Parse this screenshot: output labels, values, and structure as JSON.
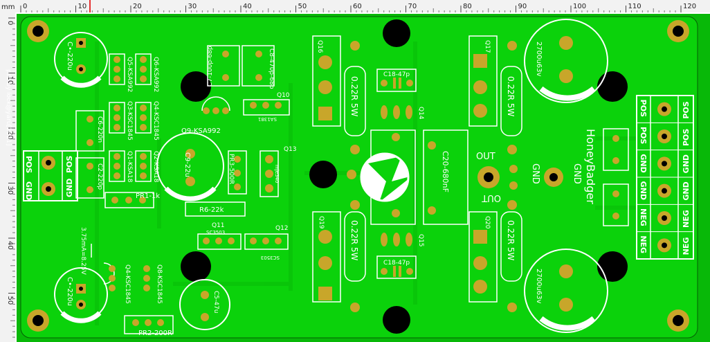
{
  "ruler": {
    "unit": "mm",
    "top_ticks": [
      "0",
      "10",
      "20",
      "30",
      "40",
      "50",
      "60",
      "70",
      "80",
      "90",
      "100",
      "110",
      "120"
    ],
    "left_ticks": [
      "0",
      "10",
      "20",
      "30",
      "40",
      "50"
    ]
  },
  "colors": {
    "board": "#0bd20b",
    "board_dark": "#08b808",
    "copper": "#c8a62a",
    "hole": "#000000",
    "silkscreen": "#ffffff",
    "ruler_bg": "#f2f2f2",
    "ruler_marker": "#e53030"
  },
  "labels": {
    "credit": "pcb by lock@yaru[2021]",
    "honeybadger": "HoneyBadger",
    "out_top": "OUT",
    "out_bottom": "OUT",
    "gnd_right_a": "GND",
    "gnd_right_b": "GND",
    "c_tl": "C•-220u",
    "c_bl": "C•-220u",
    "q5": "Q5-KSA992",
    "q6": "Q6-KSA992",
    "q3": "Q3-KSC1845",
    "q4": "Q4-KSC1845",
    "q1": "Q1-KSA18",
    "q2": "Q2-KSA18",
    "c6": "C6-220n",
    "c2": "C2-220p",
    "pr1": "PR1-1k",
    "c9": "C9-22u",
    "q9": "Q9-KSA992",
    "c7": "C7-100p-68p",
    "c8": "C8-470p-68p",
    "q10": "Q10",
    "sa1381": "SA1381",
    "pr3": "PR3-500R",
    "q13": "Q13",
    "mje340": "mje340",
    "r6": "R6-22k",
    "q11": "Q11",
    "sc3503_a": "SC3503",
    "q12": "Q12",
    "sc3503_b": "SC3503",
    "bias": "3.75mA=8.25V",
    "q7": "Q4-KSC1845",
    "q8": "Q8-KSC1845",
    "c5": "C5-47u",
    "pr2": "PR2-200R",
    "q16": "Q16",
    "q17": "Q17",
    "q19": "Q19",
    "q20": "Q20",
    "r_top_l": "0.22R 5W",
    "r_top_r": "0.22R 5W",
    "r_bot_l": "0.22R 5W",
    "r_bot_r": "0.22R 5W",
    "c18_top": "C18-47p",
    "c18_bot": "C18-47p",
    "q14": "Q14",
    "q15": "Q15",
    "c20": "C20-680nF",
    "cap_big_top": "2700u63v",
    "cap_big_bot": "2700u63v",
    "pos_left": "POS",
    "gnd_left": "GND",
    "pos_left2": "POS",
    "gnd_left2": "GND"
  },
  "power_block": {
    "left_col": [
      "POS",
      "POS",
      "GND",
      "GND",
      "NEG",
      "NEG"
    ],
    "right_col": [
      "POS",
      "POS",
      "GND",
      "GND",
      "NEG",
      "NEG"
    ]
  }
}
